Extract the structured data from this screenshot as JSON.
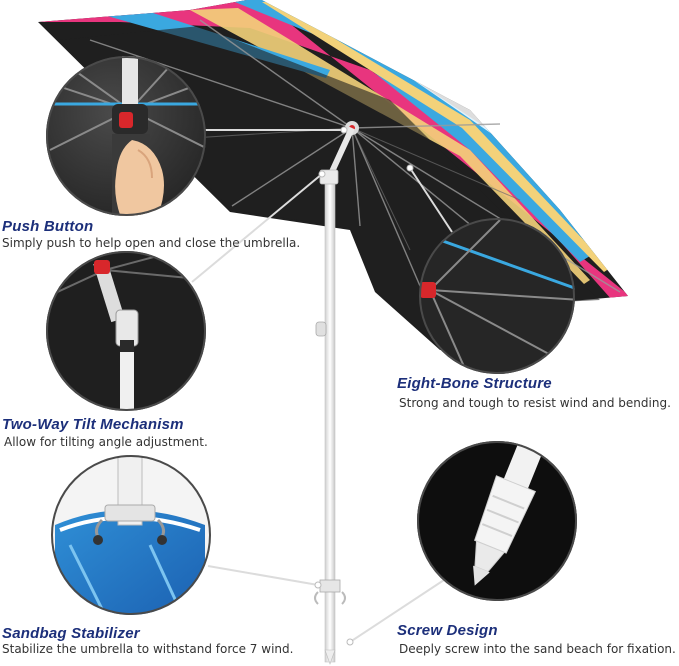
{
  "features": [
    {
      "title": "Push Button",
      "description": "Simply push to help open and close the umbrella."
    },
    {
      "title": "Two-Way Tilt Mechanism",
      "description": "Allow for  tilting angle adjustment."
    },
    {
      "title": "Sandbag Stabilizer",
      "description": "Stabilize the umbrella to withstand force 7 wind."
    },
    {
      "title": "Eight-Bone Structure",
      "description": "Strong and tough to resist wind and bending."
    },
    {
      "title": "Screw Design",
      "description": "Deeply screw into the sand beach for fixation."
    }
  ],
  "colors": {
    "title_text": "#1c2f7a",
    "canopy_inner": "#1e1e1e",
    "stripe_pink": "#e8357e",
    "stripe_blue": "#3aa8e0",
    "stripe_yellow": "#f3d27a",
    "pole": "#f2f2f2",
    "tilt_red": "#d8272b"
  }
}
